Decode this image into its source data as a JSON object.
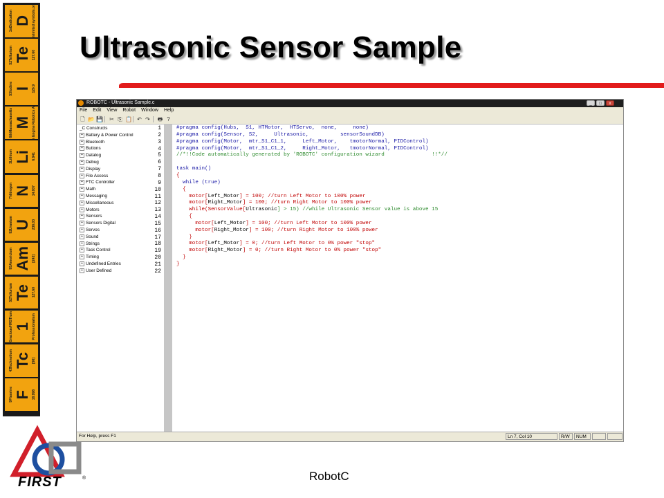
{
  "slide": {
    "title": "Ultrasonic Sensor Sample",
    "caption": "RobotC",
    "accent_color": "#e21b1b",
    "logo_text": "FIRST",
    "logo_reg": "®"
  },
  "tiles": [
    {
      "name": "Dedication",
      "num": "1st",
      "sym": "D",
      "extra": "unlimited symbols.org"
    },
    {
      "name": "Tellurium",
      "num": "52",
      "sym": "Te",
      "extra": "127.60"
    },
    {
      "name": "Iodine",
      "num": "53",
      "sym": "I",
      "extra": "126.9"
    },
    {
      "name": "Massachusetts",
      "num": "6th",
      "sym": "M",
      "extra": "Dalton Engine Robotics Assoc."
    },
    {
      "name": "Lithium",
      "num": "3",
      "sym": "Li",
      "extra": "6.941"
    },
    {
      "name": "Nitrogen",
      "num": "7",
      "sym": "N",
      "extra": "14.007"
    },
    {
      "name": "Uranium",
      "num": "92",
      "sym": "U",
      "extra": "238.03"
    },
    {
      "name": "Americium",
      "num": "95",
      "sym": "Am",
      "extra": "[243]"
    },
    {
      "name": "Tellurium",
      "num": "52",
      "sym": "Te",
      "extra": "127.60"
    },
    {
      "name": "FIRSTium",
      "num": "Gracious",
      "sym": "1",
      "extra": "Professionalism"
    },
    {
      "name": "Technetium",
      "num": "43",
      "sym": "Tc",
      "extra": "[98]"
    },
    {
      "name": "Fluorine",
      "num": "9",
      "sym": "F",
      "extra": "18.998"
    }
  ],
  "window": {
    "title": "ROBOTC - Ultrasonic Sample.c",
    "buttons": {
      "min": "_",
      "max": "□",
      "close": "x"
    },
    "menu": [
      "File",
      "Edit",
      "View",
      "Robot",
      "Window",
      "Help"
    ],
    "toolbar_icons": [
      "new-file-icon",
      "open-folder-icon",
      "save-icon",
      "cut-icon",
      "copy-icon",
      "paste-icon",
      "undo-icon",
      "redo-icon",
      "print-icon",
      "help-icon"
    ],
    "toolbar_glyphs": [
      "🗋",
      "📂",
      "💾",
      "✂",
      "⎘",
      "📋",
      "↶",
      "↷",
      "🖶",
      "?"
    ],
    "tree": [
      {
        "label": "_C Constructs",
        "expander": ""
      },
      {
        "label": "Battery & Power Control",
        "expander": "+"
      },
      {
        "label": "Bluetooth",
        "expander": "+"
      },
      {
        "label": "Buttons",
        "expander": "+"
      },
      {
        "label": "Datalog",
        "expander": "+"
      },
      {
        "label": "Debug",
        "expander": "+"
      },
      {
        "label": "Display",
        "expander": "+"
      },
      {
        "label": "File Access",
        "expander": "+"
      },
      {
        "label": "FTC Controller",
        "expander": "+"
      },
      {
        "label": "Math",
        "expander": "+"
      },
      {
        "label": "Messaging",
        "expander": "+"
      },
      {
        "label": "Miscellaneous",
        "expander": "+"
      },
      {
        "label": "Motors",
        "expander": "+"
      },
      {
        "label": "Sensors",
        "expander": "+"
      },
      {
        "label": "Sensors Digital",
        "expander": "+"
      },
      {
        "label": "Servos",
        "expander": "+"
      },
      {
        "label": "Sound",
        "expander": "+"
      },
      {
        "label": "Strings",
        "expander": "+"
      },
      {
        "label": "Task Control",
        "expander": "+"
      },
      {
        "label": "Timing",
        "expander": "+"
      },
      {
        "label": "Undefined Entries",
        "expander": "+"
      },
      {
        "label": "User Defined",
        "expander": "+"
      }
    ],
    "line_numbers": [
      "1",
      "2",
      "3",
      "4",
      "5",
      "6",
      "7",
      "8",
      "9",
      "10",
      "11",
      "12",
      "13",
      "14",
      "15",
      "16",
      "17",
      "18",
      "19",
      "20",
      "21",
      "22"
    ],
    "code": [
      [
        {
          "t": "#pragma config(Hubs,  S1, HTMotor,  HTServo,  none,     none)",
          "c": "kw"
        }
      ],
      [
        {
          "t": "#pragma config(Sensor, S2,     Ultrasonic,          sensorSoundDB)",
          "c": "kw"
        }
      ],
      [
        {
          "t": "#pragma config(Motor,  mtr_S1_C1_1,     Left_Motor,    tmotorNormal, PIDControl)",
          "c": "kw"
        }
      ],
      [
        {
          "t": "#pragma config(Motor,  mtr_S1_C1_2,     Right_Motor,   tmotorNormal, PIDControl)",
          "c": "kw"
        }
      ],
      [
        {
          "t": "//*!!Code automatically generated by 'ROBOTC' configuration wizard               !!*//",
          "c": "green"
        }
      ],
      [
        {
          "t": "",
          "c": "blk"
        }
      ],
      [
        {
          "t": "task main()",
          "c": "kw"
        }
      ],
      [
        {
          "t": "{",
          "c": "red"
        }
      ],
      [
        {
          "t": "  while (true)",
          "c": "kw"
        }
      ],
      [
        {
          "t": "  {",
          "c": "red"
        }
      ],
      [
        {
          "t": "    motor[",
          "c": "red"
        },
        {
          "t": "Left_Motor",
          "c": "blk"
        },
        {
          "t": "] = 100; //turn Left Motor to 100% power",
          "c": "red"
        }
      ],
      [
        {
          "t": "    motor[",
          "c": "red"
        },
        {
          "t": "Right_Motor",
          "c": "blk"
        },
        {
          "t": "] = 100; //turn Right Motor to 100% power",
          "c": "red"
        }
      ],
      [
        {
          "t": "    while(SensorValue[",
          "c": "red"
        },
        {
          "t": "Ultrasonic",
          "c": "blk"
        },
        {
          "t": "] > 15) //while Ultrasonic Sensor value is above 15",
          "c": "green"
        }
      ],
      [
        {
          "t": "    {",
          "c": "red"
        }
      ],
      [
        {
          "t": "      motor[",
          "c": "red"
        },
        {
          "t": "Left_Motor",
          "c": "blk"
        },
        {
          "t": "] = 100; //turn Left Motor to 100% power",
          "c": "red"
        }
      ],
      [
        {
          "t": "      motor[",
          "c": "red"
        },
        {
          "t": "Right_Motor",
          "c": "blk"
        },
        {
          "t": "] = 100; //turn Right Motor to 100% power",
          "c": "red"
        }
      ],
      [
        {
          "t": "    }",
          "c": "red"
        }
      ],
      [
        {
          "t": "    motor[",
          "c": "red"
        },
        {
          "t": "Left_Motor",
          "c": "blk"
        },
        {
          "t": "] = 0; //turn Left Motor to 0% power \"stop\"",
          "c": "red"
        }
      ],
      [
        {
          "t": "    motor[",
          "c": "red"
        },
        {
          "t": "Right_Motor",
          "c": "blk"
        },
        {
          "t": "] = 0; //turn Right Motor to 0% power \"stop\"",
          "c": "red"
        }
      ],
      [
        {
          "t": "  }",
          "c": "red"
        }
      ],
      [
        {
          "t": "}",
          "c": "red"
        }
      ],
      [
        {
          "t": "",
          "c": "blk"
        }
      ]
    ],
    "status": {
      "help": "For Help, press F1",
      "position": "Ln 7, Col 10",
      "mode": "R/W",
      "num": "NUM"
    }
  }
}
